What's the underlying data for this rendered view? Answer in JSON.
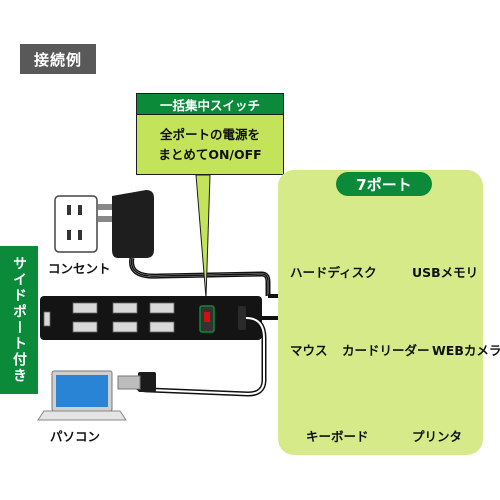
{
  "header": {
    "title": "接続例"
  },
  "switch_callout": {
    "heading": "一括集中スイッチ",
    "line1": "全ポートの電源を",
    "line2": "まとめてON/OFF"
  },
  "side_port": {
    "label": "サイドポート付き"
  },
  "left_devices": {
    "outlet_label": "コンセント",
    "pc_label": "パソコン"
  },
  "devices_panel": {
    "badge": "7ポート",
    "items": [
      "ハードディスク",
      "USBメモリ",
      "マウス",
      "カードリーダー",
      "WEBカメラ",
      "キーボード",
      "プリンタ"
    ]
  },
  "colors": {
    "green": "#0b8a3a",
    "light_green": "#c3e35a",
    "panel": "#d6ea8a",
    "badge_gray": "#595959"
  }
}
